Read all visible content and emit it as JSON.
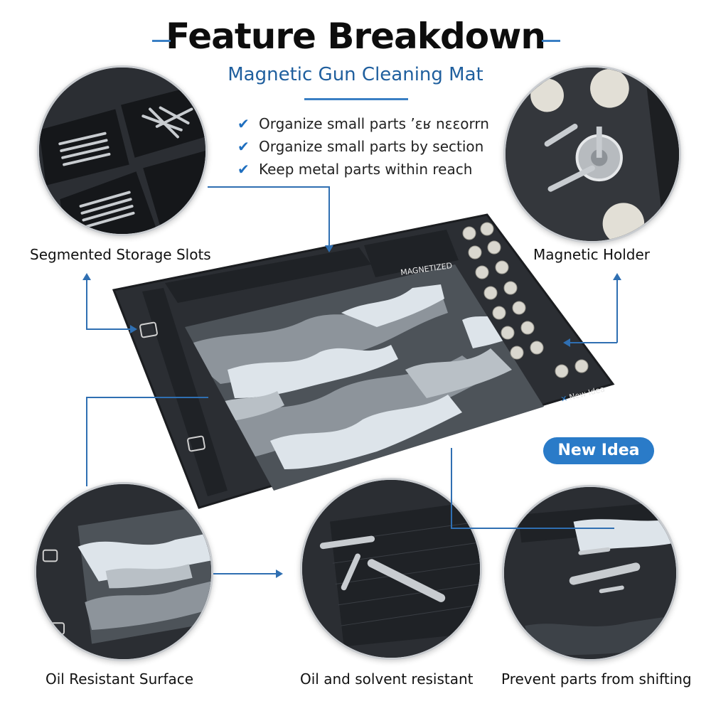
{
  "header": {
    "title": "Feature Breakdown",
    "subtitle": "Magnetic Gun Cleaning Mat"
  },
  "features": [
    "Organize small parts ’εʁ nεεοrrn",
    "Organize small parts by section",
    "Keep metal parts within reach"
  ],
  "labels": {
    "segmented": "Segmented Storage Slots",
    "magnetic": "Magnetic Holder",
    "oil_surface": "Oil Resistant Surface",
    "solvent": "Oil and solvent resistant",
    "shifting": "Prevent parts from shifting"
  },
  "badge": "New Idea",
  "mat_print": {
    "top_tab": "MAGNETIZED",
    "brand": "New Idea"
  },
  "icons": {
    "check": "checkmark-icon",
    "brand_mark": "x-logo-icon"
  },
  "colors": {
    "accent": "#2a7bc8",
    "subtitle": "#1f5f9e",
    "mat": "#2b2e33",
    "camo_light": "#dde4ea",
    "camo_mid": "#8d949b",
    "camo_dark": "#4d5359"
  }
}
